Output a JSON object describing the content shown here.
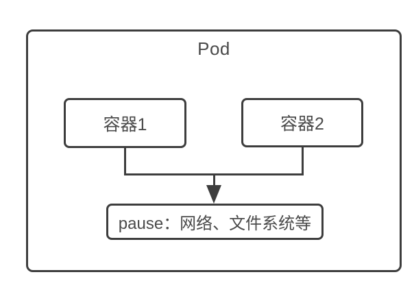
{
  "diagram": {
    "title": "Pod",
    "nodes": {
      "container1": {
        "label": "容器1"
      },
      "container2": {
        "label": "容器2"
      },
      "pause": {
        "label": "pause：网络、文件系统等"
      }
    },
    "edges": [
      {
        "from": "container1",
        "to": "pause",
        "arrow": true
      },
      {
        "from": "container2",
        "to": "pause",
        "arrow": true
      }
    ],
    "colors": {
      "line": "#3d3d3d",
      "text": "#4a4a4a",
      "background": "#ffffff"
    }
  }
}
